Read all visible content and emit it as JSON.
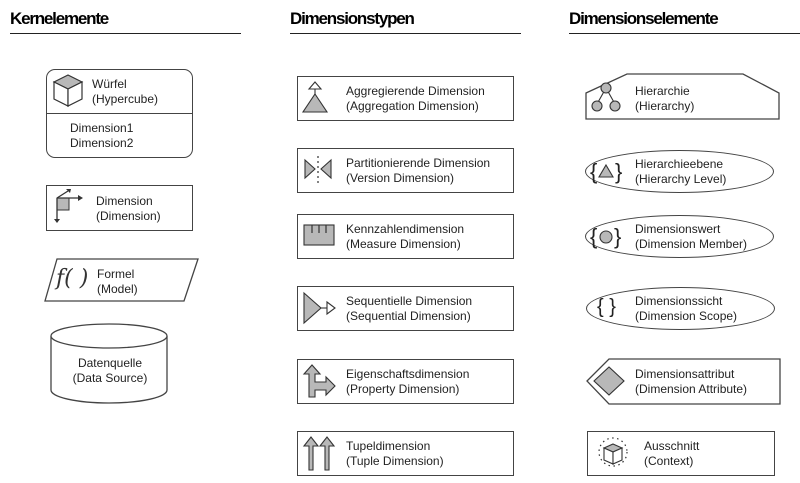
{
  "columns": [
    {
      "heading": "Kernelemente",
      "items": [
        {
          "name": "Würfel",
          "en": "(Hypercube)",
          "icon": "cube-icon",
          "members": [
            "Dimension1",
            "Dimension2"
          ]
        },
        {
          "name": "Dimension",
          "en": "(Dimension)",
          "icon": "dimension-axes-icon"
        },
        {
          "name": "Formel",
          "en": "(Model)",
          "icon": "function-icon",
          "glyph": "f( )"
        },
        {
          "name": "Datenquelle",
          "en": "(Data Source)",
          "icon": "database-cylinder-icon"
        }
      ]
    },
    {
      "heading": "Dimensionstypen",
      "items": [
        {
          "name": "Aggregierende Dimension",
          "en": "(Aggregation Dimension)",
          "icon": "aggregation-triangle-icon"
        },
        {
          "name": "Partitionierende Dimension",
          "en": "(Version Dimension)",
          "icon": "partition-icon"
        },
        {
          "name": "Kennzahlendimension",
          "en": "(Measure Dimension)",
          "icon": "ruler-icon"
        },
        {
          "name": "Sequentielle Dimension",
          "en": "(Sequential Dimension)",
          "icon": "sequence-arrow-icon"
        },
        {
          "name": "Eigenschaftsdimension",
          "en": "(Property Dimension)",
          "icon": "branch-arrow-icon"
        },
        {
          "name": "Tupeldimension",
          "en": "(Tuple Dimension)",
          "icon": "double-up-arrow-icon"
        }
      ]
    },
    {
      "heading": "Dimensionselemente",
      "items": [
        {
          "name": "Hierarchie",
          "en": "(Hierarchy)",
          "icon": "hierarchy-tree-icon"
        },
        {
          "name": "Hierarchieebene",
          "en": "(Hierarchy Level)",
          "icon": "braced-triangle-icon",
          "glyph_l": "{",
          "glyph_r": "}"
        },
        {
          "name": "Dimensionswert",
          "en": "(Dimension Member)",
          "icon": "braced-circle-icon",
          "glyph_l": "{",
          "glyph_r": "}"
        },
        {
          "name": "Dimensionssicht",
          "en": "(Dimension Scope)",
          "icon": "braces-icon",
          "glyph": "{ }"
        },
        {
          "name": "Dimensionsattribut",
          "en": "(Dimension Attribute)",
          "icon": "diamond-icon"
        },
        {
          "name": "Ausschnitt",
          "en": "(Context)",
          "icon": "dotted-cube-icon"
        }
      ]
    }
  ],
  "colors": {
    "fill": "#c0c0c0",
    "stroke": "#444444"
  }
}
